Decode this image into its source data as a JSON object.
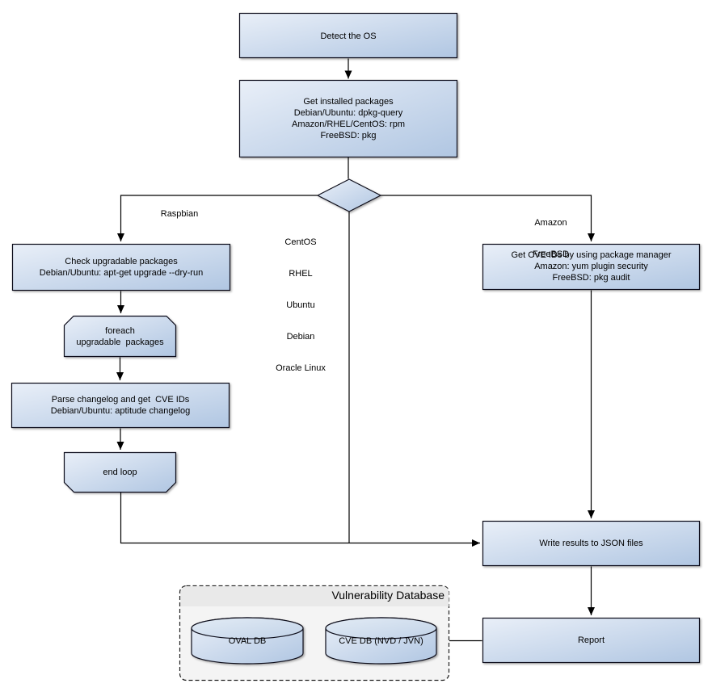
{
  "colors": {
    "node_fill_light": "#e9eff8",
    "node_fill_dark": "#b0c6e2",
    "lid_fill_light": "#e2ebf5",
    "lid_fill_dark": "#c2d3e8",
    "node_border": "#10101a",
    "connector": "#000000",
    "container_fill": "#f4f4f4",
    "container_title_fill": "#e9e9e9",
    "container_border": "#222222",
    "text": "#000000"
  },
  "nodes": {
    "detect_os": {
      "lines": [
        "Detect the OS"
      ]
    },
    "get_installed_packages": {
      "lines": [
        "Get installed packages",
        "Debian/Ubuntu: dpkg-query",
        "Amazon/RHEL/CentOS: rpm",
        "FreeBSD: pkg"
      ]
    },
    "check_upgradable": {
      "lines": [
        "Check upgradable packages",
        "Debian/Ubuntu: apt-get upgrade --dry-run"
      ]
    },
    "foreach_loop": {
      "lines": [
        "foreach",
        "upgradable  packages"
      ]
    },
    "parse_changelog": {
      "lines": [
        "Parse changelog and get  CVE IDs",
        "Debian/Ubuntu: aptitude changelog"
      ]
    },
    "end_loop": {
      "lines": [
        "end loop"
      ]
    },
    "get_cve_ids": {
      "lines": [
        "Get CVE IDs by using package manager",
        "Amazon: yum plugin security",
        "FreeBSD: pkg audit"
      ]
    },
    "write_results": {
      "lines": [
        "Write results to JSON files"
      ]
    },
    "report": {
      "lines": [
        "Report"
      ]
    }
  },
  "branch_labels": {
    "left": "Raspbian",
    "middle": [
      "CentOS",
      "RHEL",
      "Ubuntu",
      "Debian",
      "Oracle Linux"
    ],
    "right": [
      "Amazon",
      "FreeBSD"
    ]
  },
  "database": {
    "title": "Vulnerability Database",
    "oval_db": "OVAL DB",
    "cve_db": "CVE DB (NVD / JVN)"
  }
}
